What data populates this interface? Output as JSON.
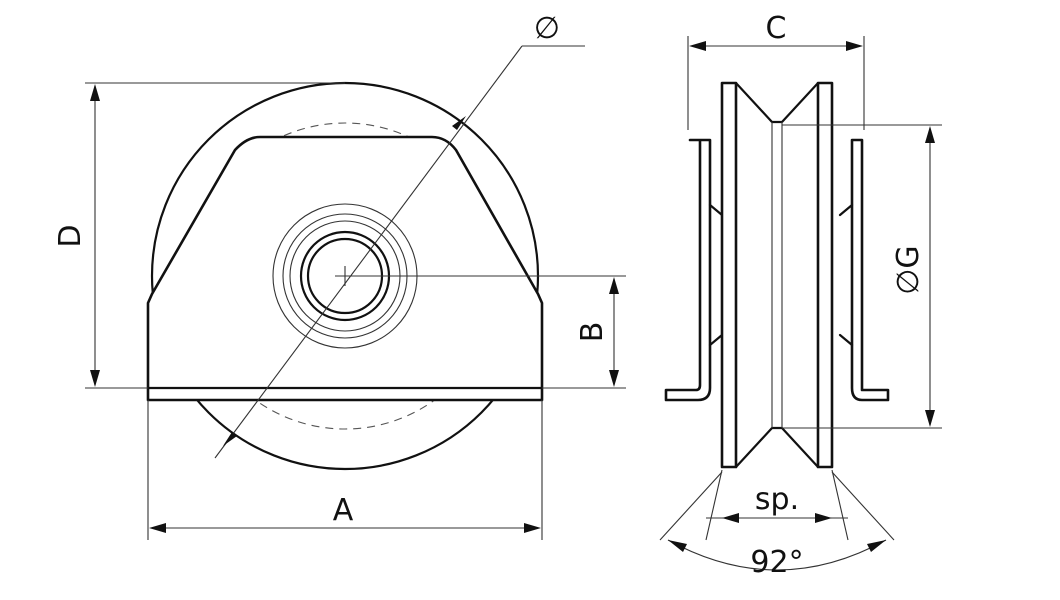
{
  "labels": {
    "diameter": "∅",
    "c": "C",
    "d": "D",
    "b": "B",
    "a": "A",
    "g": "∅G",
    "sp": "sp.",
    "angle": "92°"
  },
  "colors": {
    "line": "#111111",
    "background": "#ffffff"
  }
}
